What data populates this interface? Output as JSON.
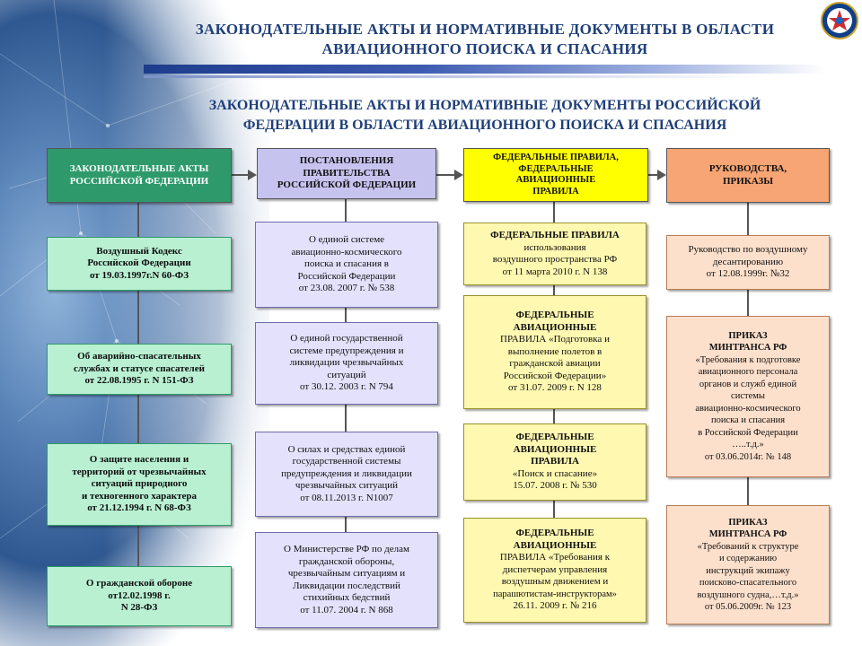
{
  "header": {
    "title_line1": "ЗАКОНОДАТЕЛЬНЫЕ АКТЫ И НОРМАТИВНЫЕ ДОКУМЕНТЫ В ОБЛАСТИ",
    "title_line2": "АВИАЦИОННОГО ПОИСКА И СПАСАНИЯ"
  },
  "subtitle": {
    "line1": "ЗАКОНОДАТЕЛЬНЫЕ АКТЫ И НОРМАТИВНЫЕ ДОКУМЕНТЫ РОССИЙСКОЙ",
    "line2": "ФЕДЕРАЦИИ В ОБЛАСТИ АВИАЦИОННОГО ПОИСКА И СПАСАНИЯ"
  },
  "columns": {
    "col1": {
      "header": [
        "ЗАКОНОДАТЕЛЬНЫЕ АКТЫ",
        "РОССИЙСКОЙ ФЕДЕРАЦИИ"
      ],
      "items": [
        [
          "Воздушный Кодекс",
          "Российской Федерации",
          "от 19.03.1997г.N 60-ФЗ"
        ],
        [
          "Об аварийно-спасательных",
          "службах и статусе спасателей",
          "от 22.08.1995 г. N 151-ФЗ"
        ],
        [
          "О защите населения и",
          "территорий от чрезвычайных",
          "ситуаций природного",
          "и техногенного характера",
          "от  21.12.1994 г. N 68-ФЗ"
        ],
        [
          "О гражданской обороне",
          "от12.02.1998 г.",
          "N 28-ФЗ"
        ]
      ]
    },
    "col2": {
      "header": [
        "ПОСТАНОВЛЕНИЯ",
        "ПРАВИТЕЛЬСТВА",
        "РОССИЙСКОЙ ФЕДЕРАЦИИ"
      ],
      "items": [
        [
          "О единой системе",
          "авиационно-космического",
          "поиска и спасания в",
          "Российской Федерации",
          "от 23.08. 2007 г. № 538"
        ],
        [
          "О единой государственной",
          "системе предупреждения и",
          "ликвидации  чрезвычайных",
          "ситуаций",
          "от 30.12. 2003 г. N 794"
        ],
        [
          "О силах и средствах единой",
          "государственной системы",
          "предупреждения и ликвидации",
          "чрезвычайных ситуаций",
          "от 08.11.2013 г. N1007"
        ],
        [
          "О Министерстве РФ по делам",
          "гражданской обороны,",
          "чрезвычайным ситуациям и",
          "Ликвидации последствий",
          "стихийных бедствий",
          "от 11.07. 2004 г. N 868"
        ]
      ]
    },
    "col3": {
      "header": [
        "ФЕДЕРАЛЬНЫЕ ПРАВИЛА,",
        "ФЕДЕРАЛЬНЫЕ",
        "АВИАЦИОННЫЕ",
        "ПРАВИЛА"
      ],
      "items": [
        [
          "ФЕДЕРАЛЬНЫЕ ПРАВИЛА",
          "использования",
          "воздушного пространства РФ",
          "от 11 марта 2010 г. N 138"
        ],
        [
          "ФЕДЕРАЛЬНЫЕ",
          "АВИАЦИОННЫЕ",
          "ПРАВИЛА «Подготовка и",
          "выполнение полетов в",
          "гражданской авиации",
          "Российской Федерации»",
          "от 31.07. 2009 г. N 128"
        ],
        [
          "ФЕДЕРАЛЬНЫЕ",
          "АВИАЦИОННЫЕ",
          "ПРАВИЛА",
          "«Поиск и спасание»",
          "15.07. 2008 г. № 530"
        ],
        [
          "ФЕДЕРАЛЬНЫЕ",
          "АВИАЦИОННЫЕ",
          "ПРАВИЛА «Требования к",
          "диспетчерам управления",
          "воздушным движением и",
          "парашютистам-инструкторам»",
          "26.11. 2009 г. № 216"
        ]
      ]
    },
    "col4": {
      "header": [
        "РУКОВОДСТВА,",
        "ПРИКАЗЫ"
      ],
      "items": [
        [
          "Руководство по воздушному",
          "десантированию",
          "от 12.08.1999г. №32"
        ],
        [
          "ПРИКАЗ",
          "МИНТРАНСА РФ",
          "«Требования к подготовке",
          "авиационного персонала",
          "органов и служб единой",
          "системы",
          "авиационно-космического",
          "поиска и спасания",
          "в Российской Федерации",
          "…..т.д.»",
          "от 03.06.2014г. № 148"
        ],
        [
          "ПРИКАЗ",
          "МИНТРАНСА РФ",
          "«Требований к структуре",
          "и содержанию",
          "инструкций экипажу",
          "поисково-спасательного",
          "воздушного судна,…т.д.»",
          "от 05.06.2009г. № 123"
        ]
      ]
    }
  }
}
